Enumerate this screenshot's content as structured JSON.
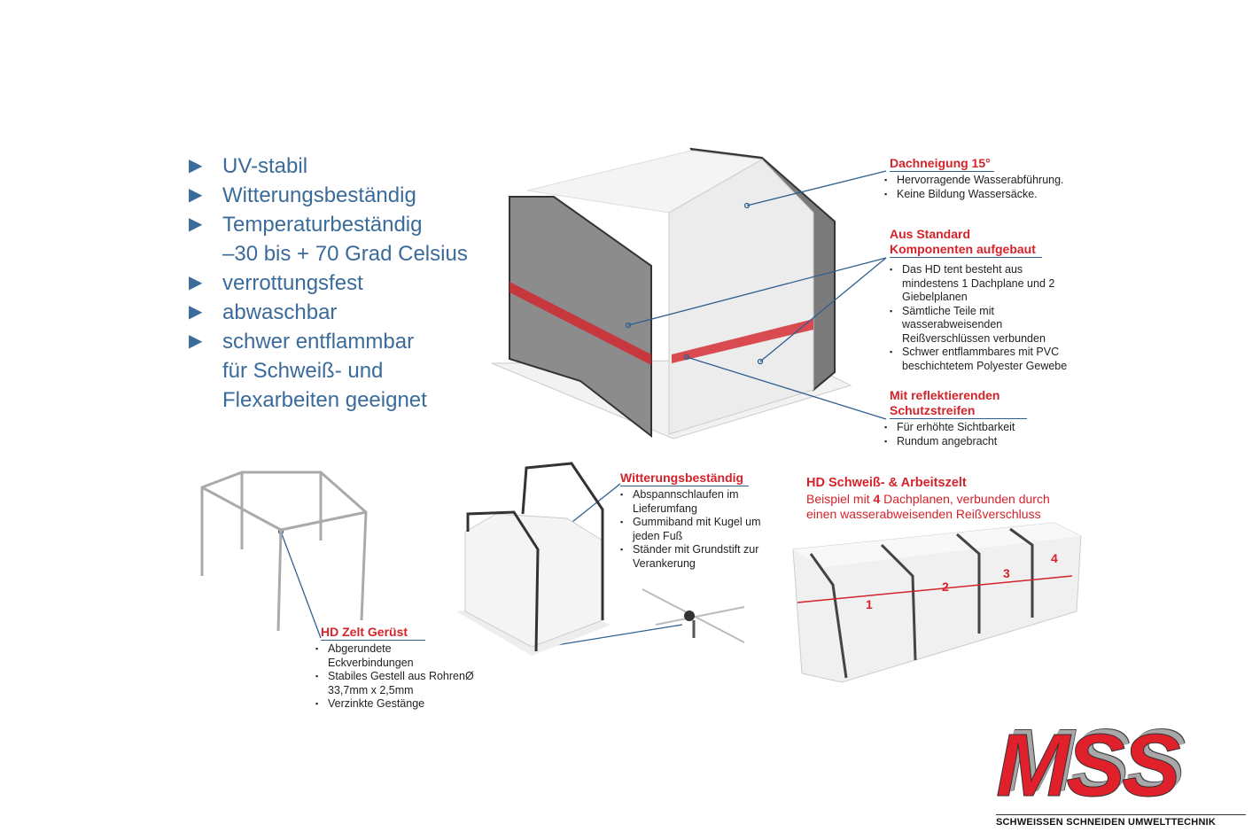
{
  "features": [
    {
      "text": "UV-stabil"
    },
    {
      "text": "Witterungsbeständig"
    },
    {
      "text": "Temperaturbeständig",
      "sub": "–30 bis + 70 Grad Celsius"
    },
    {
      "text": "verrottungsfest"
    },
    {
      "text": "abwaschbar"
    },
    {
      "text": "schwer entflammbar",
      "sub": "für Schweiß- und",
      "sub2": "Flexarbeiten geeignet"
    }
  ],
  "callouts": {
    "roof": {
      "title": "Dachneigung 15°",
      "items": [
        "Hervorragende Wasserabführung.",
        "Keine Bildung Wassersäcke."
      ]
    },
    "standard": {
      "title1": "Aus Standard",
      "title2": "Komponenten aufgebaut",
      "items": [
        "Das HD tent besteht aus mindestens 1 Dachplane und 2 Giebelplanen",
        "Sämtliche Teile mit wasserabweisenden Reißverschlüssen verbunden",
        "Schwer entflammbares mit PVC beschichtetem Polyester Gewebe"
      ]
    },
    "reflect": {
      "title1": "Mit reflektierenden",
      "title2": "Schutzstreifen",
      "items": [
        "Für erhöhte Sichtbarkeit",
        "Rundum angebracht"
      ]
    },
    "frame": {
      "title": "HD Zelt Gerüst",
      "items": [
        "Abgerundete Eckverbindungen",
        "Stabiles Gestell aus RohrenØ 33,7mm x 2,5mm",
        "Verzinkte Gestänge"
      ]
    },
    "weather": {
      "title": "Witterungsbeständig",
      "items": [
        "Abspannschlaufen im Lieferumfang",
        "Gummiband mit Kugel um jeden Fuß",
        "Ständer mit Grundstift zur Verankerung"
      ]
    }
  },
  "example": {
    "title": "HD Schweiß- & Arbeitszelt",
    "line1a": "Beispiel mit ",
    "count": "4",
    "line1b": " Dachplanen, verbunden durch",
    "line2": "einen wasserabweisenden Reißverschluss",
    "segments": [
      "1",
      "2",
      "3",
      "4"
    ]
  },
  "logo": {
    "letters": "MSS",
    "tagline": "SCHWEISSEN SCHNEIDEN UMWELTTECHNIK"
  },
  "colors": {
    "accent": "#d4232a",
    "blue": "#3a6b9b",
    "line": "#2f5f8f"
  }
}
